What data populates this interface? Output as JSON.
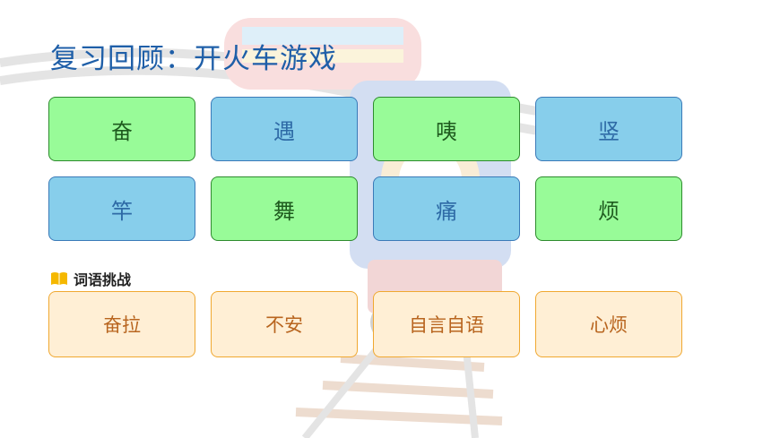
{
  "title": "复习回顾：开火车游戏",
  "characters": [
    {
      "text": "奋",
      "color": "green"
    },
    {
      "text": "遇",
      "color": "blue"
    },
    {
      "text": "咦",
      "color": "green"
    },
    {
      "text": "竖",
      "color": "blue"
    },
    {
      "text": "竿",
      "color": "blue"
    },
    {
      "text": "舞",
      "color": "green"
    },
    {
      "text": "痛",
      "color": "blue"
    },
    {
      "text": "烦",
      "color": "green"
    }
  ],
  "section": {
    "icon": "book-icon",
    "label": "词语挑战"
  },
  "words": [
    "奋拉",
    "不安",
    "自言自语",
    "心烦"
  ],
  "colors": {
    "green": "#98fb98",
    "blue": "#87ceeb",
    "orange": "#ffefd5",
    "title": "#1f5fa8"
  }
}
